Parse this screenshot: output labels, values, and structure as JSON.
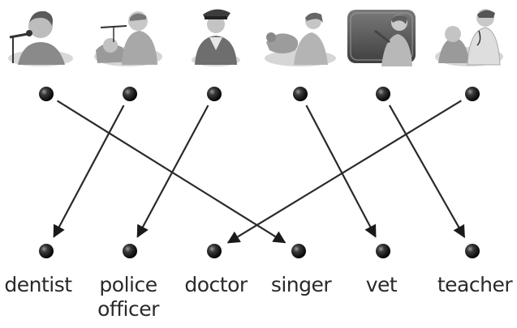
{
  "pictures": [
    {
      "icon": "singer-with-microphone-picture"
    },
    {
      "icon": "dentist-with-patient-picture"
    },
    {
      "icon": "police-officer-picture"
    },
    {
      "icon": "vet-with-animal-picture"
    },
    {
      "icon": "teacher-at-board-picture"
    },
    {
      "icon": "doctor-with-child-picture"
    }
  ],
  "jobs": [
    {
      "label": "dentist"
    },
    {
      "label": "police\nofficer"
    },
    {
      "label": "doctor"
    },
    {
      "label": "singer"
    },
    {
      "label": "vet"
    },
    {
      "label": "teacher"
    }
  ],
  "matches": [
    {
      "from_picture": 0,
      "to_job": 3
    },
    {
      "from_picture": 1,
      "to_job": 0
    },
    {
      "from_picture": 2,
      "to_job": 1
    },
    {
      "from_picture": 3,
      "to_job": 4
    },
    {
      "from_picture": 4,
      "to_job": 5
    },
    {
      "from_picture": 5,
      "to_job": 2
    }
  ],
  "colors": {
    "ink": "#2a2a2a",
    "dot": "#111111"
  }
}
